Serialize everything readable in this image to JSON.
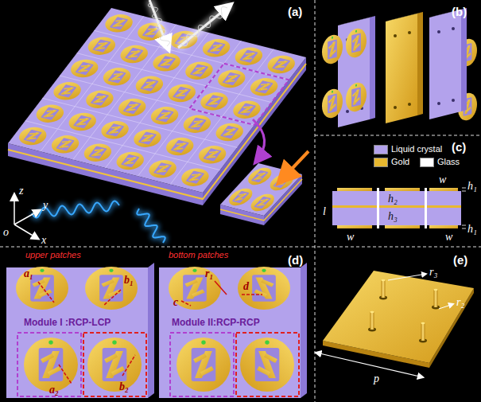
{
  "diagram": {
    "labels": [
      "(a)",
      "(b)",
      "(c)",
      "(d)",
      "(e)",
      "z",
      "y",
      "o",
      "x",
      "w",
      "h₁",
      "h₂",
      "l",
      "w",
      "h₃",
      "w",
      "h₁",
      "upper patches",
      "bottom patches",
      "a₁",
      "b₁",
      "r₁",
      "c",
      "d",
      "Module I :RCP-LCP",
      "Module II:RCP-RCP",
      "a₂",
      "b₂",
      "r₃",
      "r₂",
      "p"
    ],
    "legend": [
      {
        "text": "Liquid crystal",
        "color": "#b3a2ec"
      },
      {
        "text": "Gold",
        "color": "#e8b830"
      },
      {
        "text": "Glass",
        "color": "#ffffff"
      }
    ]
  }
}
